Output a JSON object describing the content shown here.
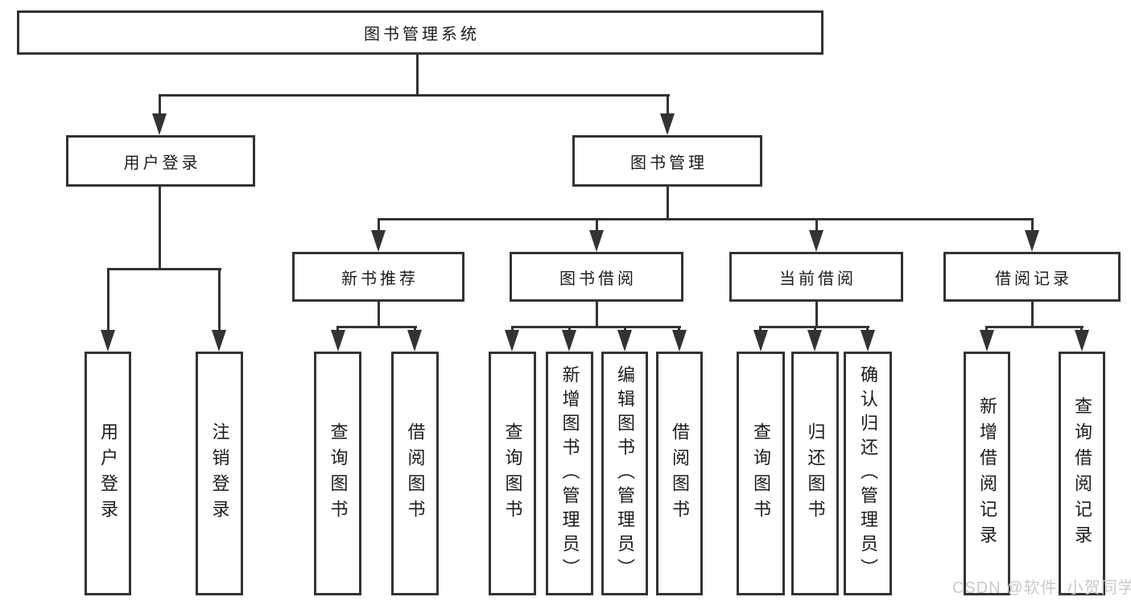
{
  "diagram": {
    "title": "图书管理系统",
    "root": {
      "label": "图书管理系统"
    },
    "level2": [
      {
        "label": "用户登录"
      },
      {
        "label": "图书管理"
      }
    ],
    "level3": [
      {
        "label": "新书推荐"
      },
      {
        "label": "图书借阅"
      },
      {
        "label": "当前借阅"
      },
      {
        "label": "借阅记录"
      }
    ],
    "children": {
      "user_login": [
        "用户登录",
        "注销登录"
      ],
      "new_book_recommendation": [
        "查询图书",
        "借阅图书"
      ],
      "book_borrowing": [
        "查询图书",
        "新增图书（管理员）",
        "编辑图书（管理员）",
        "借阅图书"
      ],
      "current_borrowing": [
        "查询图书",
        "归还图书",
        "确认归还（管理员）"
      ],
      "borrowing_records": [
        "新增借阅记录",
        "查询借阅记录"
      ]
    }
  },
  "watermark": "CSDN @软件_小贺同学",
  "colors": {
    "line": "#333333",
    "text": "#1c1c1c",
    "watermark": "#c9c9c9",
    "background": "#ffffff"
  }
}
